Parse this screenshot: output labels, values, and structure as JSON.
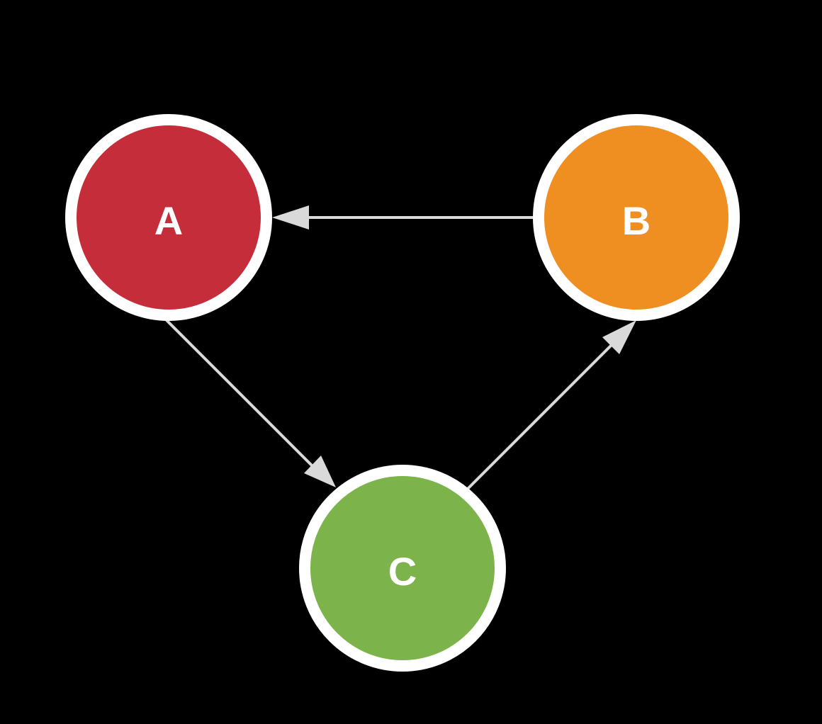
{
  "background": "#000000",
  "nodes": [
    {
      "id": "a",
      "label": "A",
      "fill": "#c62d3b"
    },
    {
      "id": "b",
      "label": "B",
      "fill": "#ef8f22"
    },
    {
      "id": "c",
      "label": "C",
      "fill": "#7cb44b"
    }
  ],
  "edges": [
    {
      "from": "B",
      "to": "A"
    },
    {
      "from": "A",
      "to": "C"
    },
    {
      "from": "C",
      "to": "B"
    }
  ],
  "edge_color": "#d9d9d9",
  "ring_color": "#ffffff"
}
